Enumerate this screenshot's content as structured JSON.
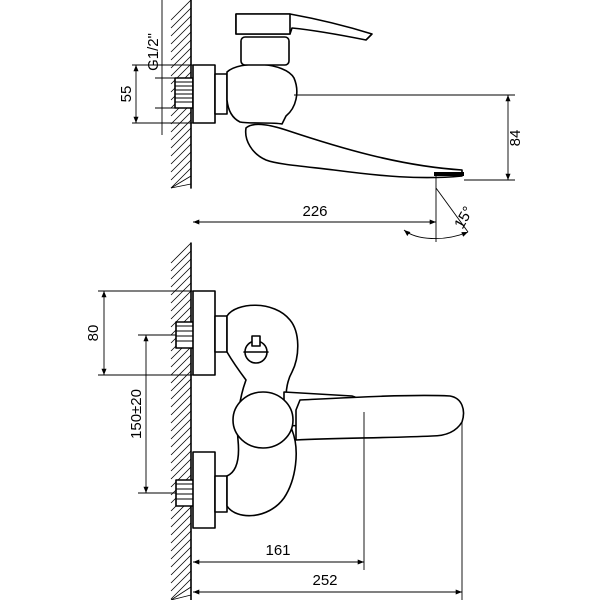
{
  "dimensions": {
    "thread": "G1/2\"",
    "inlet_height": "55",
    "spout_drop": "84",
    "spout_length": "226",
    "swivel_angle": "15°",
    "body_height": "80",
    "centres": "150±20",
    "handle_reach": "161",
    "overall_reach": "252"
  }
}
